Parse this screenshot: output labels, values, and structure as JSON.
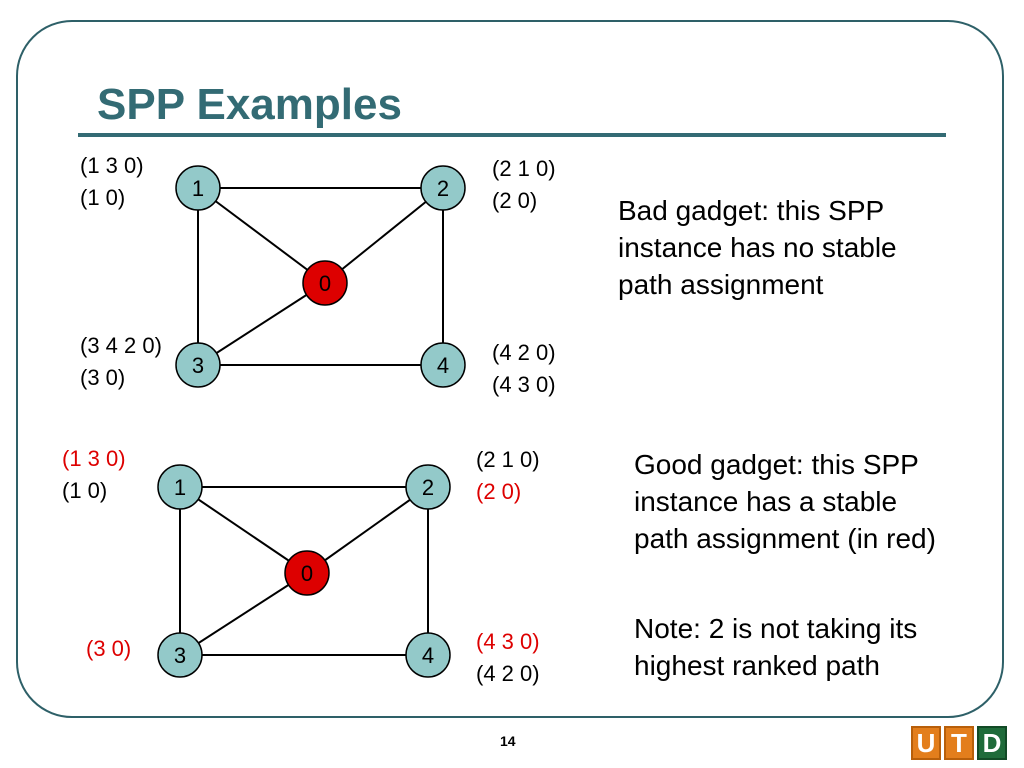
{
  "slide": {
    "title": "SPP Examples",
    "page_number": "14",
    "logo": [
      "U",
      "T",
      "D"
    ]
  },
  "top_example": {
    "nodes": {
      "n0": "0",
      "n1": "1",
      "n2": "2",
      "n3": "3",
      "n4": "4"
    },
    "paths": {
      "node1": [
        {
          "text": "(1 3 0)",
          "color": "#000000"
        },
        {
          "text": "(1 0)",
          "color": "#000000"
        }
      ],
      "node2": [
        {
          "text": "(2 1 0)",
          "color": "#000000"
        },
        {
          "text": "(2 0)",
          "color": "#000000"
        }
      ],
      "node3": [
        {
          "text": "(3 4 2 0)",
          "color": "#000000"
        },
        {
          "text": "(3 0)",
          "color": "#000000"
        }
      ],
      "node4": [
        {
          "text": "(4 2 0)",
          "color": "#000000"
        },
        {
          "text": "(4 3 0)",
          "color": "#000000"
        }
      ]
    },
    "description": [
      "Bad gadget: this SPP",
      "instance has no stable",
      "path assignment"
    ]
  },
  "bottom_example": {
    "nodes": {
      "n0": "0",
      "n1": "1",
      "n2": "2",
      "n3": "3",
      "n4": "4"
    },
    "paths": {
      "node1": [
        {
          "text": "(1 3 0)",
          "color": "#dd0000"
        },
        {
          "text": "(1 0)",
          "color": "#000000"
        }
      ],
      "node2": [
        {
          "text": "(2 1 0)",
          "color": "#000000"
        },
        {
          "text": "(2 0)",
          "color": "#dd0000"
        }
      ],
      "node3": [
        {
          "text": "(3 0)",
          "color": "#dd0000"
        }
      ],
      "node4": [
        {
          "text": "(4 3 0)",
          "color": "#dd0000"
        },
        {
          "text": "(4 2 0)",
          "color": "#000000"
        }
      ]
    },
    "description": [
      "Good gadget: this SPP",
      "instance has a stable",
      "path assignment (in red)"
    ],
    "note": [
      "Note: 2 is not taking its",
      "highest ranked path"
    ]
  },
  "colors": {
    "node_fill": "#93c9c9",
    "destination_fill": "#dd0000",
    "title": "#336b74"
  }
}
